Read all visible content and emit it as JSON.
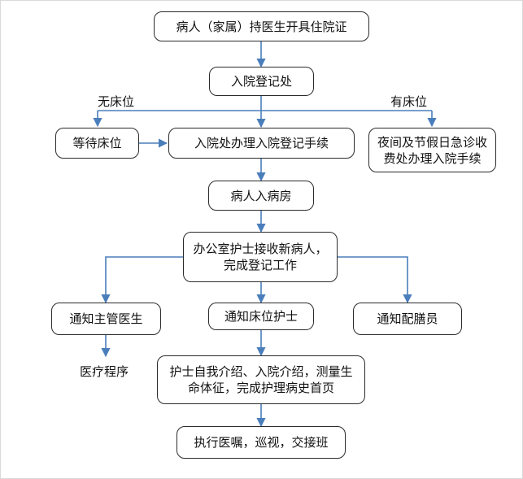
{
  "nodes": {
    "n1": "病人（家属）持医生开具住院证",
    "n2": "入院登记处",
    "n3": "等待床位",
    "n4": "入院处办理入院登记手续",
    "n5": "夜间及节假日急诊收\n费处办理入院手续",
    "n6": "病人入病房",
    "n7": "办公室护士接收新病人，\n完成登记工作",
    "n8": "通知主管医生",
    "n9": "通知床位护士",
    "n10": "通知配膳员",
    "n11": "护士自我介绍、入院介绍，测量生\n命体征，完成护理病史首页",
    "n12": "执行医嘱，巡视，交接班"
  },
  "labels": {
    "no_bed": "无床位",
    "has_bed": "有床位",
    "medical_procedure": "医疗程序"
  },
  "colors": {
    "arrow": "#4a7ebb",
    "border": "#2b2b2b"
  }
}
